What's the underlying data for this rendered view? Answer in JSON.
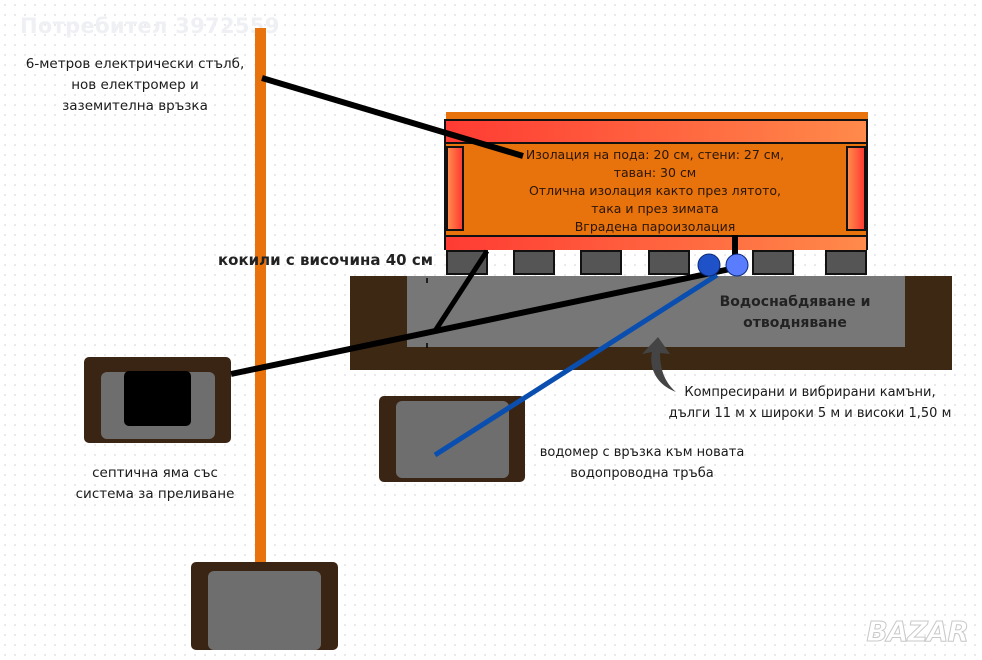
{
  "watermark": "Потребител 3972559",
  "logo": "BAZAR",
  "labels": {
    "pole": [
      "6-метров електрически стълб,",
      "нов електромер и",
      "заземителна връзка"
    ],
    "house": [
      "Изолация на пода: 20 см, стени: 27 см,",
      "таван: 30 см",
      "Отлична изолация както през лятото,",
      "така и през зимата",
      "Вградена пароизолация"
    ],
    "stilts": "кокили с височина 40 см",
    "water": [
      "Водоснабдяване и",
      "отводняване"
    ],
    "foundation": [
      "Компресирани и вибрирани камъни,",
      "дълги 11 м х широки 5 м и високи 1,50 м"
    ],
    "septic": [
      "септична яма със",
      "система за преливане"
    ],
    "meter": [
      "водомер с връзка към новата",
      "водопроводна тръба"
    ]
  },
  "colors": {
    "pole": "#e8720c",
    "house": "#e8720c",
    "insulation_hot": "#ff3b33",
    "soil": "#3d2814",
    "gravel": "#777777",
    "water_pipe": "#0a4fb0",
    "sewer_pipe": "#000000"
  }
}
